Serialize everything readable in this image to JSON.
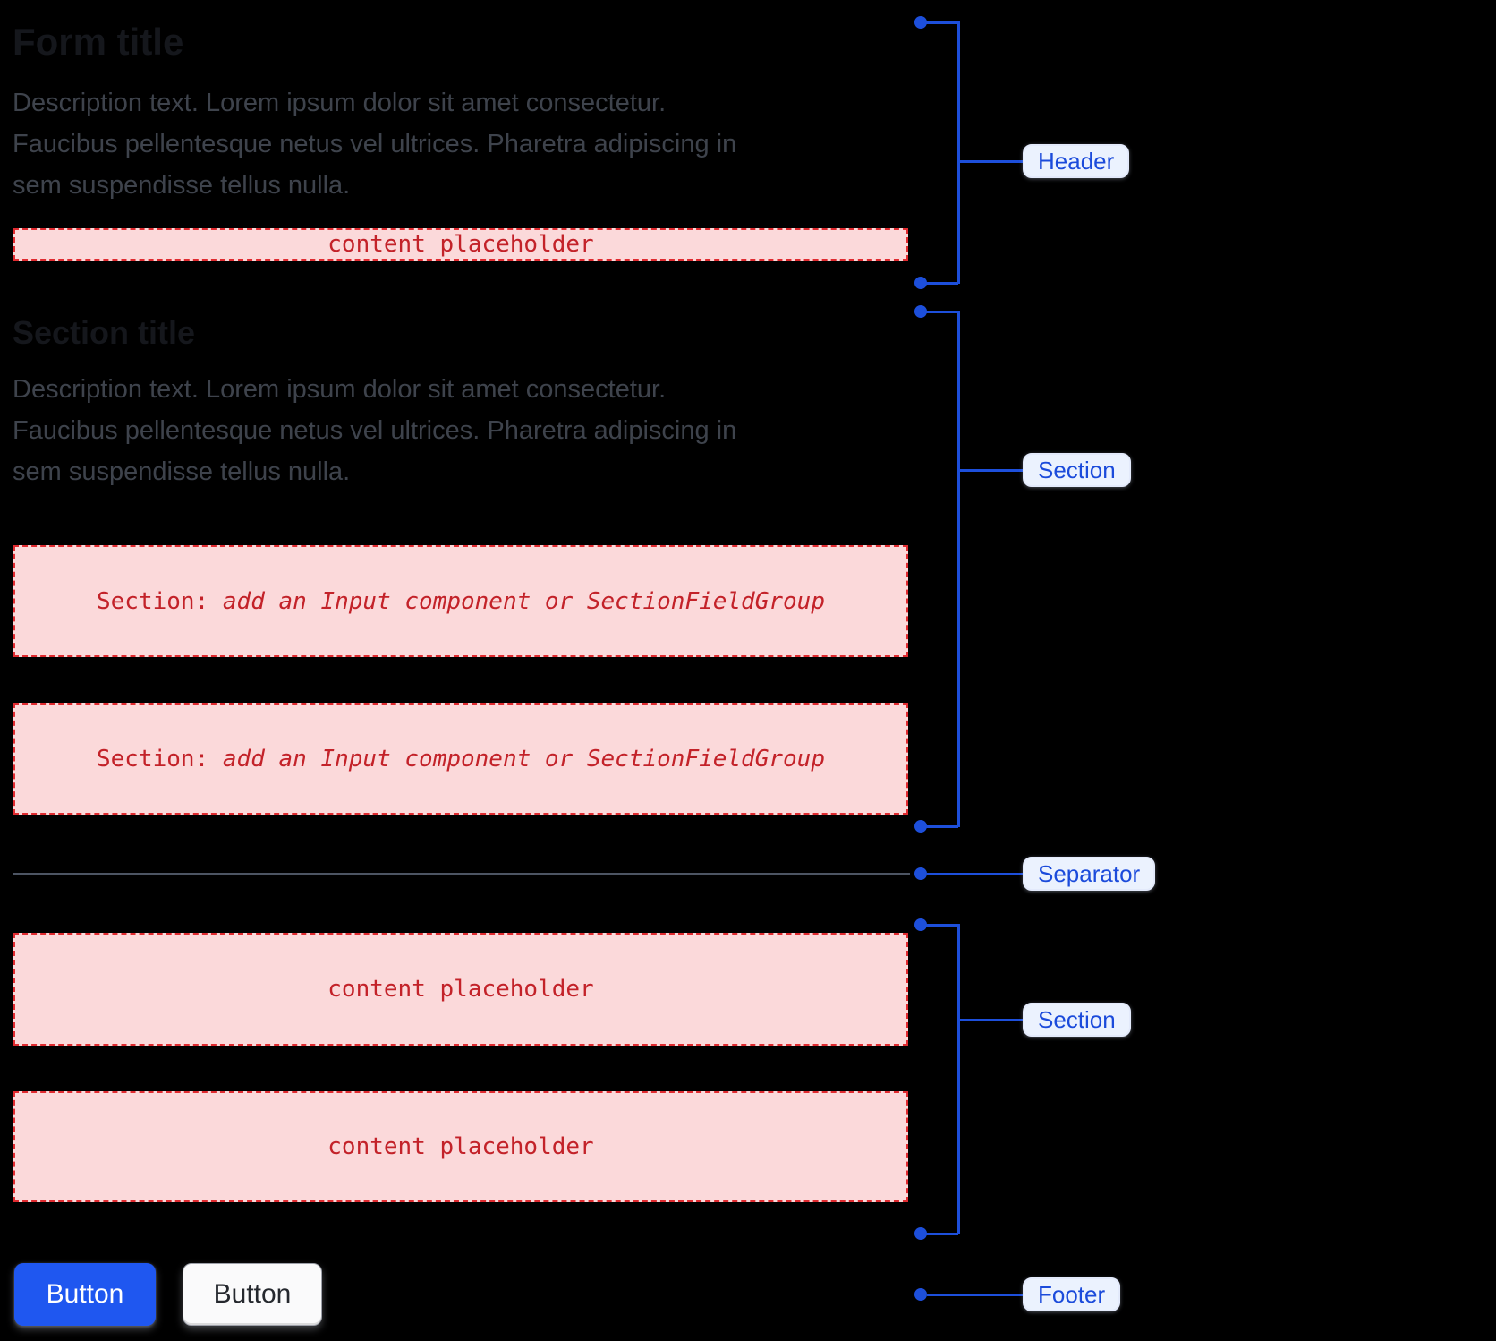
{
  "form": {
    "title": "Form title",
    "description": "Description text. Lorem ipsum dolor sit amet consectetur.\nFaucibus pellentesque netus vel ultrices. Pharetra adipiscing in\nsem suspendisse tellus nulla.",
    "header_placeholder": "content placeholder"
  },
  "section": {
    "title": "Section title",
    "description": "Description text. Lorem ipsum dolor sit amet consectetur.\nFaucibus pellentesque netus vel ultrices. Pharetra adipiscing in\nsem suspendisse tellus nulla.",
    "field_boxes": [
      {
        "prefix": "Section:",
        "rest": " add an Input component or SectionFieldGroup"
      },
      {
        "prefix": "Section:",
        "rest": " add an Input component or SectionFieldGroup"
      }
    ]
  },
  "section2": {
    "content_boxes": [
      "content placeholder",
      "content placeholder"
    ]
  },
  "footer": {
    "buttons": [
      {
        "label": "Button",
        "variant": "primary"
      },
      {
        "label": "Button",
        "variant": "secondary"
      }
    ]
  },
  "annotations": [
    {
      "label": "Header"
    },
    {
      "label": "Section"
    },
    {
      "label": "Separator"
    },
    {
      "label": "Section"
    },
    {
      "label": "Footer"
    }
  ],
  "colors": {
    "background": "#000000",
    "annotation_blue": "#1D4FDB",
    "annotation_label_bg": "#EBF2FE",
    "annotation_label_text": "#1B4BDB",
    "placeholder_bg": "#FBD9DA",
    "placeholder_border": "#E02B30",
    "placeholder_text": "#C32229",
    "primary_button_bg": "#1F57F0",
    "primary_button_text": "#FFFFFF",
    "secondary_button_bg": "#FAFAFB",
    "secondary_button_text": "#25282E",
    "title_text": "#15171C",
    "description_text": "#3E434C",
    "separator_gray": "#4D5563"
  }
}
